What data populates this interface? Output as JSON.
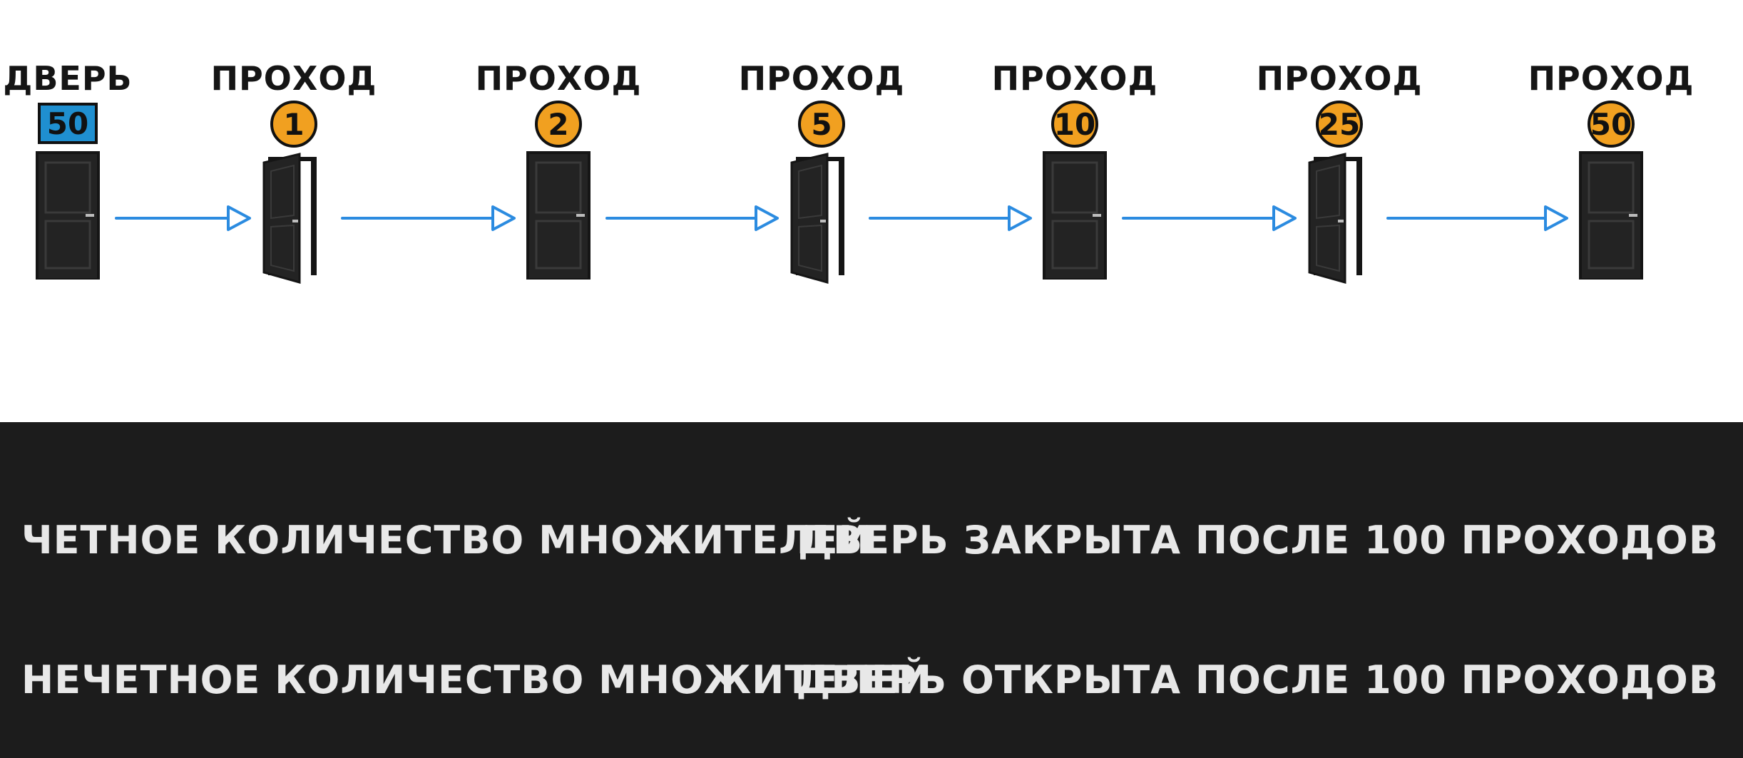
{
  "diagram": {
    "start": {
      "label": "ДВЕРЬ",
      "value": "50",
      "state": "closed"
    },
    "passes": [
      {
        "label": "ПРОХОД",
        "value": "1",
        "state": "open"
      },
      {
        "label": "ПРОХОД",
        "value": "2",
        "state": "closed"
      },
      {
        "label": "ПРОХОД",
        "value": "5",
        "state": "open"
      },
      {
        "label": "ПРОХОД",
        "value": "10",
        "state": "closed"
      },
      {
        "label": "ПРОХОД",
        "value": "25",
        "state": "open"
      },
      {
        "label": "ПРОХОД",
        "value": "50",
        "state": "closed"
      }
    ],
    "colors": {
      "start_badge": "#1f8fd0",
      "pass_badge": "#f1a020",
      "arrow": "#2b8be0",
      "door": "#232323",
      "panel": "#1c1c1c",
      "panel_text": "#e8e8e8"
    }
  },
  "rows": [
    {
      "left": "ЧЕТНОЕ КОЛИЧЕСТВО МНОЖИТЕЛЕЙ",
      "right": "ДВЕРЬ ЗАКРЫТА ПОСЛЕ 100 ПРОХОДОВ"
    },
    {
      "left": "НЕЧЕТНОЕ КОЛИЧЕСТВО МНОЖИТЕЛЕЙ",
      "right": "ДВЕРЬ ОТКРЫТА ПОСЛЕ 100 ПРОХОДОВ"
    }
  ]
}
